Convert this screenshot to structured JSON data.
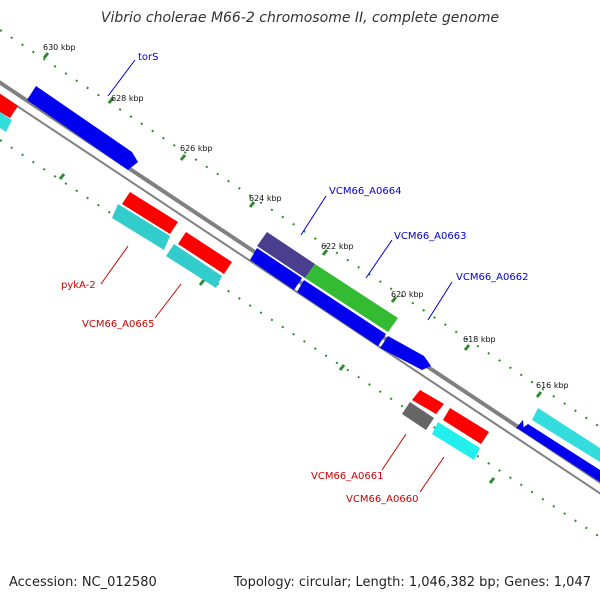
{
  "title": "Vibrio cholerae M66-2 chromosome II, complete genome",
  "footer": {
    "accession": "Accession: NC_012580",
    "topology": "Topology: circular; Length: 1,046,382 bp; Genes: 1,047"
  },
  "colors": {
    "backbone": "#808080",
    "tick": "#2e8b2e",
    "forward_gene": "#0000ee",
    "reverse_gene": "#ff0000",
    "rna": "#33dddd",
    "other": "#33aa33",
    "unknown": "#555555",
    "purple": "#4a3f8f",
    "label_forward": "#0000cc",
    "label_reverse": "#cc0000"
  },
  "ticks": [
    {
      "label": "630 kbp"
    },
    {
      "label": "628 kbp"
    },
    {
      "label": "626 kbp"
    },
    {
      "label": "624 kbp"
    },
    {
      "label": "622 kbp"
    },
    {
      "label": "620 kbp"
    },
    {
      "label": "618 kbp"
    },
    {
      "label": "616 kbp"
    }
  ],
  "gene_labels": [
    {
      "name": "torS",
      "strand": "forward"
    },
    {
      "name": "VCM66_A0664",
      "strand": "forward"
    },
    {
      "name": "VCM66_A0663",
      "strand": "forward"
    },
    {
      "name": "VCM66_A0662",
      "strand": "forward"
    },
    {
      "name": "pykA-2",
      "strand": "reverse"
    },
    {
      "name": "VCM66_A0665",
      "strand": "reverse"
    },
    {
      "name": "VCM66_A0661",
      "strand": "reverse"
    },
    {
      "name": "VCM66_A0660",
      "strand": "reverse"
    }
  ]
}
